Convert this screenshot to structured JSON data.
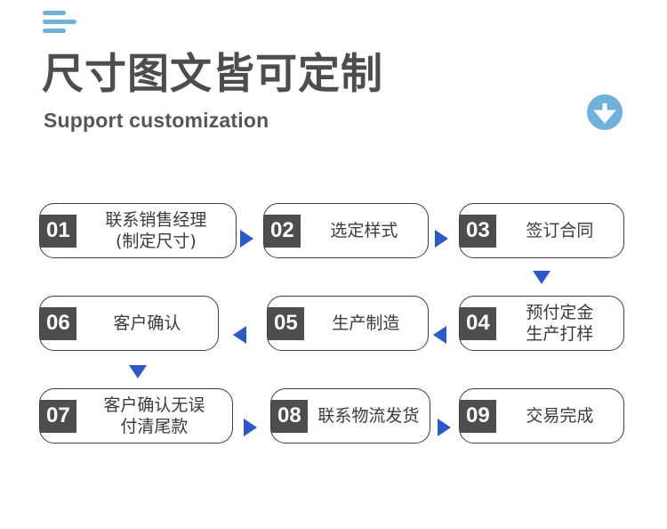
{
  "header": {
    "menu_icon": "hamburger-icon",
    "title_cn": "尺寸图文皆可定制",
    "title_en": "Support customization",
    "scroll_icon": "arrow-down-circle-icon",
    "accent_blue": "#6fb1da",
    "text_gray": "#4d4d4d"
  },
  "flow": {
    "arrow_color": "#2c58c8",
    "badge_color": "#4d4d4d",
    "steps": [
      {
        "num": "01",
        "label": "联系销售经理\n(制定尺寸)"
      },
      {
        "num": "02",
        "label": "选定样式"
      },
      {
        "num": "03",
        "label": "签订合同"
      },
      {
        "num": "04",
        "label": "预付定金\n生产打样"
      },
      {
        "num": "05",
        "label": "生产制造"
      },
      {
        "num": "06",
        "label": "客户确认"
      },
      {
        "num": "07",
        "label": "客户确认无误\n付清尾款"
      },
      {
        "num": "08",
        "label": "联系物流发货"
      },
      {
        "num": "09",
        "label": "交易完成"
      }
    ],
    "connectors": [
      {
        "name": "arrow-01-to-02",
        "dir": "right"
      },
      {
        "name": "arrow-02-to-03",
        "dir": "right"
      },
      {
        "name": "arrow-03-to-04",
        "dir": "down"
      },
      {
        "name": "arrow-04-to-05",
        "dir": "left"
      },
      {
        "name": "arrow-05-to-06",
        "dir": "left"
      },
      {
        "name": "arrow-06-to-07",
        "dir": "down"
      },
      {
        "name": "arrow-07-to-08",
        "dir": "right"
      },
      {
        "name": "arrow-08-to-09",
        "dir": "right"
      }
    ]
  }
}
